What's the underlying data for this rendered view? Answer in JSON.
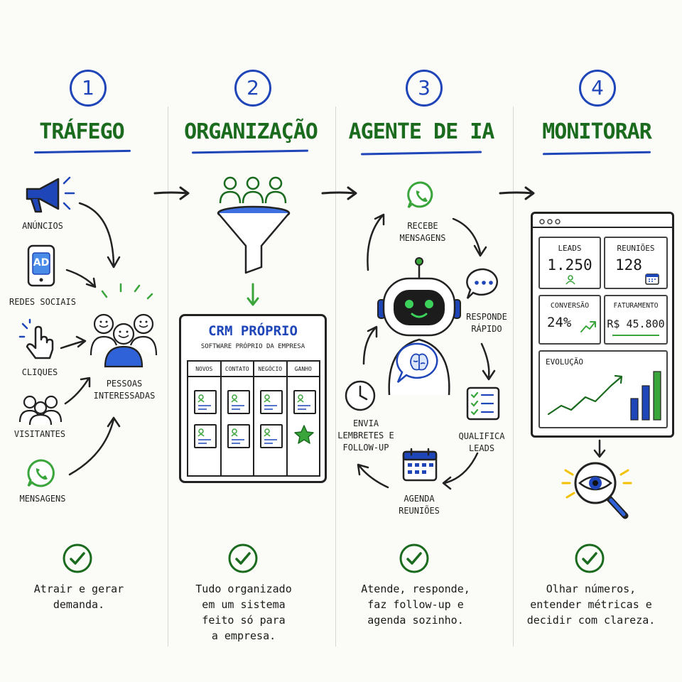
{
  "steps": [
    {
      "number": "1",
      "title": "TRÁFEGO",
      "description": "Atrair e gerar\ndemanda."
    },
    {
      "number": "2",
      "title": "ORGANIZAÇÃO",
      "description": "Tudo organizado\nem um sistema\nfeito só para\na empresa."
    },
    {
      "number": "3",
      "title": "AGENTE DE IA",
      "description": "Atende, responde,\nfaz follow-up e\nagenda sozinho."
    },
    {
      "number": "4",
      "title": "MONITORAR",
      "description": "Olhar números,\nentender métricas e\ndecidir com clareza."
    }
  ],
  "traffic": {
    "sources": [
      "ANÚNCIOS",
      "REDES SOCIAIS",
      "CLIQUES",
      "VISITANTES",
      "MENSAGENS"
    ],
    "ad_badge": "AD",
    "result": "PESSOAS\nINTERESSADAS"
  },
  "crm": {
    "title": "CRM PRÓPRIO",
    "subtitle": "SOFTWARE PRÓPRIO DA EMPRESA",
    "columns": [
      "NOVOS",
      "CONTATO",
      "NEGÓCIO",
      "GANHO"
    ]
  },
  "agent": {
    "cycle": [
      "RECEBE\nMENSAGENS",
      "RESPONDE\nRÁPIDO",
      "QUALIFICA\nLEADS",
      "AGENDA\nREUNIÕES",
      "ENVIA\nLEMBRETES E\nFOLLOW-UP"
    ]
  },
  "dashboard": {
    "tiles": [
      {
        "label": "LEADS",
        "value": "1.250"
      },
      {
        "label": "REUNIÕES",
        "value": "128"
      },
      {
        "label": "CONVERSÃO",
        "value": "24%"
      },
      {
        "label": "FATURAMENTO",
        "value": "R$ 45.800"
      }
    ],
    "chart_label": "EVOLUÇÃO"
  },
  "colors": {
    "blue": "#1f46b8",
    "green": "#1b6b1f",
    "accent_green": "#3aa53a",
    "yellow": "#f2c200"
  }
}
